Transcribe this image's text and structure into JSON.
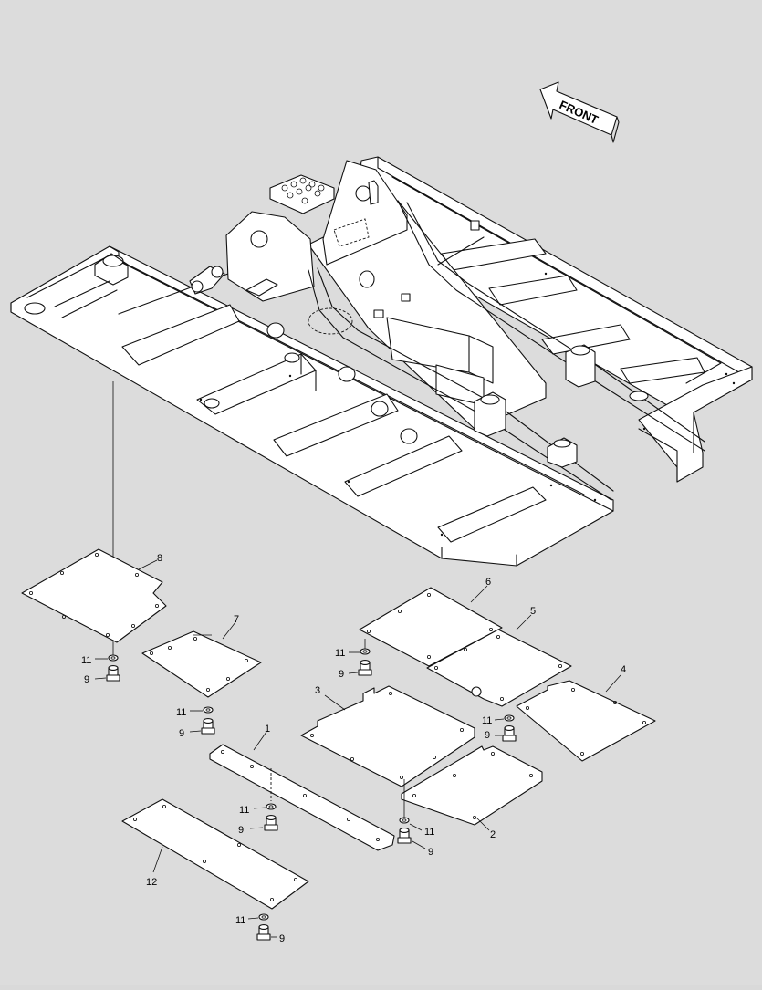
{
  "arrow": {
    "label": "FRONT"
  },
  "labels": {
    "p1": "1",
    "p2": "2",
    "p3": "3",
    "p4": "4",
    "p5": "5",
    "p6": "6",
    "p7": "7",
    "p8": "8",
    "p12": "12",
    "w_a": "11",
    "b_a": "9",
    "w_b": "11",
    "b_b": "9",
    "w_c": "11",
    "b_c": "9",
    "w_d": "11",
    "b_d": "9",
    "w_e": "11",
    "b_e": "9",
    "w_f": "11",
    "b_f": "9",
    "w_g": "11",
    "b_g": "9"
  },
  "colors": {
    "background": "#dcdcdc",
    "line": "#111111",
    "part_fill": "#ffffff"
  }
}
